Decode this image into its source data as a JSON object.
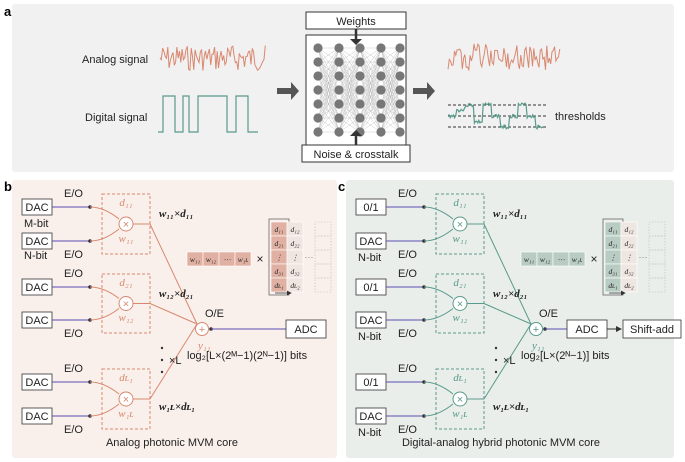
{
  "panel_a": {
    "label": "a",
    "analog_signal": "Analog signal",
    "digital_signal": "Digital signal",
    "weights": "Weights",
    "noise": "Noise & crosstalk",
    "thresholds": "thresholds"
  },
  "panel_b": {
    "label": "b",
    "eo": "E/O",
    "dac": "DAC",
    "mbit": "M-bit",
    "nbit": "N-bit",
    "oe": "O/E",
    "adc": "ADC",
    "xl": "×L",
    "bits": "log₂[L×(2ᴹ−1)(2ᴺ−1)] bits",
    "caption": "Analog photonic MVM core",
    "prod1": "w₁₁×d₁₁",
    "prod2": "w₁₂×d₂₁",
    "prod3": "w₁ʟ×dʟ₁"
  },
  "panel_c": {
    "label": "c",
    "eo": "E/O",
    "dac": "DAC",
    "bin": "0/1",
    "nbit": "N-bit",
    "oe": "O/E",
    "adc": "ADC",
    "shift": "Shift-add",
    "xl": "×L",
    "bits": "log₂[L×(2ᴺ−1)] bits",
    "caption": "Digital-analog hybrid photonic MVM core"
  },
  "colors": {
    "analog": "#d98870",
    "digital": "#5a9a8c",
    "panel_a_bg": "#f1f1f1",
    "panel_b_bg": "#f9f0ec",
    "panel_c_bg": "#e9eeeb",
    "adc_line": "#5c4db0"
  }
}
